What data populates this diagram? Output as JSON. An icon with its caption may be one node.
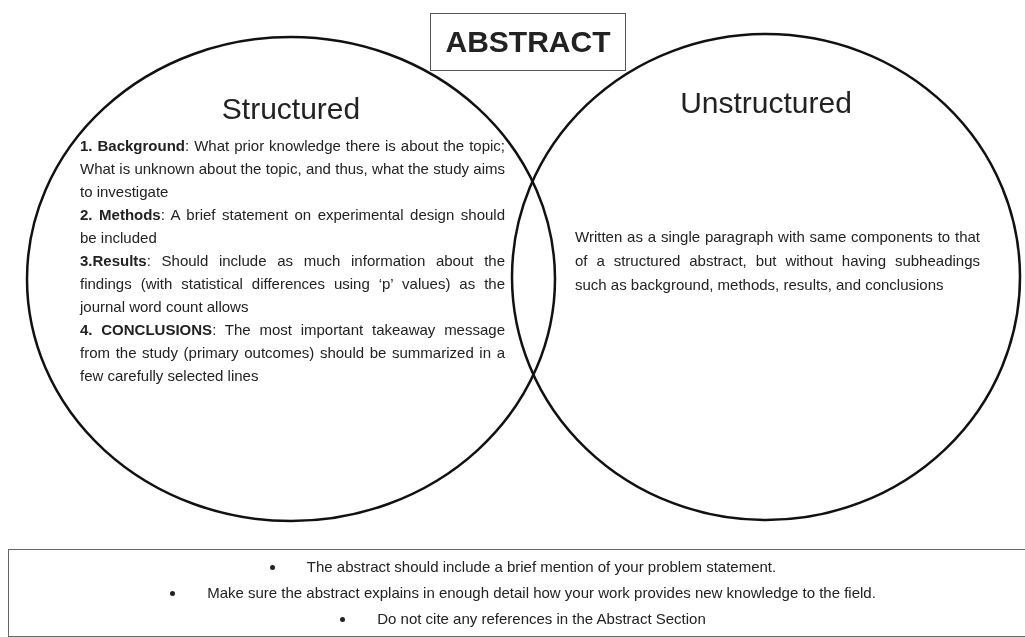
{
  "diagram": {
    "nodes": [
      {
        "text": [
          "ABSTRACT"
        ]
      },
      {
        "text": [
          "Structured",
          "**1. Background**: What prior knowledge there is about the topic; What is unknown about the topic, and thus, what the study aims to investigate",
          "**2. Methods**: A brief statement on experimental design should be included",
          "**3.Results**: Should include as much information about the findings (with statistical differences using ‘p’ values) as the journal word count allows",
          "**4. CONCLUSIONS**: The most important takeaway message from the study (primary outcomes) should be summarized in a few carefully selected lines"
        ]
      },
      {
        "text": [
          "Unstructured",
          "Written as a single paragraph with same components to that of a structured abstract, but without having subheadings such as background, methods, results, and conclusions"
        ]
      },
      {
        "text": [
          "The abstract should include a brief mention of your problem statement.",
          "Make sure the abstract explains in enough detail how your work provides new knowledge to the field.",
          "Do not cite any references in the Abstract Section"
        ]
      }
    ]
  }
}
